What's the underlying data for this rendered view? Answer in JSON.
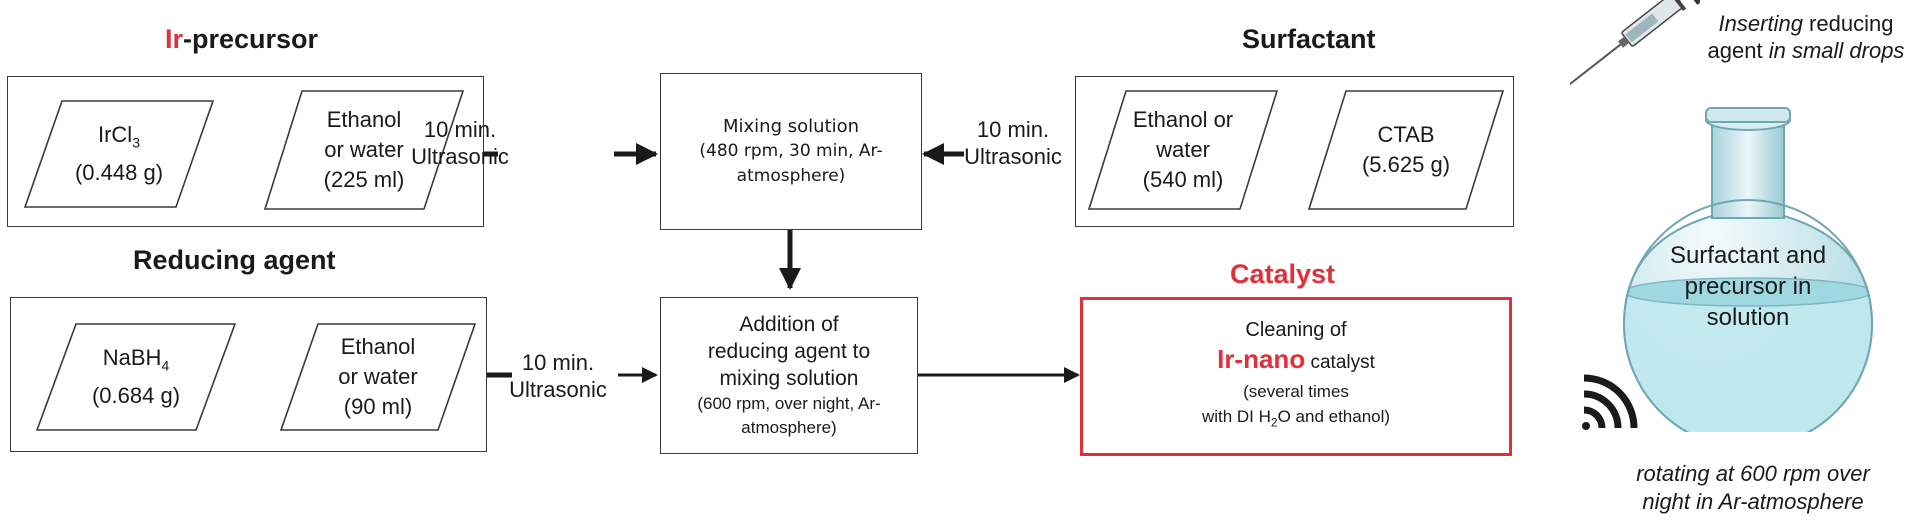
{
  "headings": {
    "ir_precursor": {
      "prefix": "Ir",
      "suffix": "-precursor"
    },
    "surfactant": "Surfactant",
    "reducing_agent": "Reducing agent",
    "catalyst": "Catalyst"
  },
  "ir_row": {
    "irCl3": {
      "line1_base": "IrCl",
      "line1_sub": "3",
      "line2": "(0.448 g)"
    },
    "ethanol": {
      "line1": "Ethanol",
      "line2": "or water",
      "line3": "(225 ml)"
    }
  },
  "surf_row": {
    "ethanol": {
      "line1": "Ethanol or",
      "line2": "water",
      "line3": "(540 ml)"
    },
    "ctab": {
      "line1": "CTAB",
      "line2": "(5.625 g)"
    }
  },
  "red_row": {
    "nabh4": {
      "line1_base": "NaBH",
      "line1_sub": "4",
      "line2": "(0.684 g)"
    },
    "ethanol": {
      "line1": "Ethanol",
      "line2": "or water",
      "line3": "(90 ml)"
    }
  },
  "ultrasonic": {
    "line1": "10 min.",
    "line2": "Ultrasonic"
  },
  "mixing": {
    "line1": "Mixing solution",
    "line2": "(480 rpm, 30 min, Ar-",
    "line3": "atmosphere)"
  },
  "addition": {
    "line1": "Addition of",
    "line2": "reducing agent to",
    "line3": "mixing solution",
    "line4": "(600 rpm, over night, Ar-",
    "line5": "atmosphere)"
  },
  "cleaning": {
    "line1": "Cleaning of",
    "hl": "Ir-nano",
    "hl_rest": " catalyst",
    "line3": "(several times",
    "line4_pre": "with DI H",
    "line4_sub": "2",
    "line4_post": "O and ethanol)"
  },
  "flask": {
    "line1": "Surfactant and",
    "line2": "precursor in",
    "line3": "solution"
  },
  "note_top": {
    "a_it": "Inserting",
    "a_rest": " reducing",
    "b_pre": "agent ",
    "b_it": "in small drops"
  },
  "note_bottom": {
    "line1": "rotating at 600 rpm over",
    "line2": "night in Ar-atmosphere"
  },
  "colors": {
    "accent_red": "#e0313b",
    "flask_liquid": "#bfe9ee",
    "line": "#1a1a1a"
  },
  "icons": [
    "syringe-icon",
    "round-bottom-flask-icon",
    "rotation-signal-icon"
  ]
}
